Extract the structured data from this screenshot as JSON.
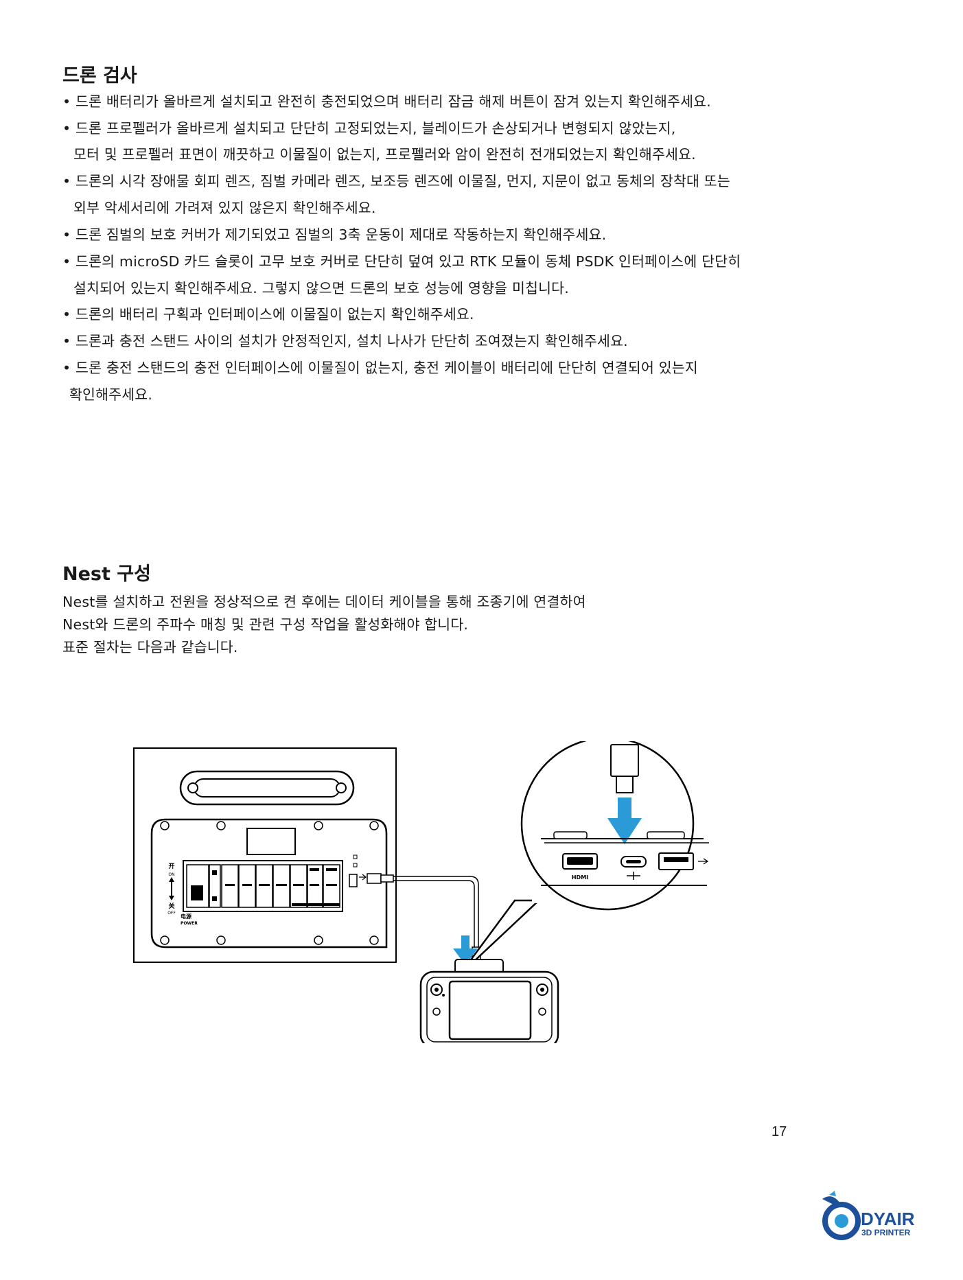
{
  "section1": {
    "title": "드론 검사",
    "lines": [
      "• 드론 배터리가 올바르게 설치되고 완전히 충전되었으며 배터리 잠금 해제 버튼이 잠겨 있는지 확인해주세요.",
      "• 드론 프로펠러가 올바르게 설치되고 단단히 고정되었는지, 블레이드가 손상되거나 변형되지 않았는지,",
      "모터 및 프로펠러 표면이 깨끗하고 이물질이 없는지, 프로펠러와 암이 완전히 전개되었는지 확인해주세요.",
      "• 드론의 시각 장애물 회피 렌즈, 짐벌 카메라 렌즈, 보조등 렌즈에 이물질, 먼지, 지문이 없고 동체의 장착대 또는",
      "외부 악세서리에 가려져 있지 않은지 확인해주세요.",
      "• 드론 짐벌의 보호 커버가 제기되었고 짐벌의 3축 운동이 제대로 작동하는지 확인해주세요.",
      "• 드론의 microSD 카드 슬롯이 고무 보호 커버로 단단히 덮여 있고 RTK 모듈이 동체 PSDK 인터페이스에 단단히",
      "설치되어 있는지 확인해주세요. 그렇지 않으면 드론의 보호 성능에 영향을 미칩니다.",
      "• 드론의 배터리 구획과 인터페이스에 이물질이 없는지 확인해주세요.",
      "• 드론과 충전 스탠드 사이의 설치가 안정적인지, 설치 나사가 단단히 조여졌는지 확인해주세요.",
      "• 드론 충전 스탠드의 충전 인터페이스에 이물질이 없는지, 충전 케이블이 배터리에 단단히 연결되어 있는지",
      "확인해주세요."
    ]
  },
  "section2": {
    "title": "Nest 구성",
    "lines": [
      "Nest를 설치하고 전원을 정상적으로 켠 후에는 데이터 케이블을 통해 조종기에 연결하여",
      "Nest와 드론의 주파수 매칭 및 관련 구성 작업을 활성화해야 합니다.",
      "표준 절차는 다음과 같습니다."
    ]
  },
  "figure": {
    "panel_labels": {
      "on_cn": "开",
      "on_en": "ON",
      "off_cn": "关",
      "off_en": "OFF",
      "power_cn": "电源",
      "power_en": "POWER",
      "hdmi": "HDMI"
    },
    "arrow_color": "#2b9bd8"
  },
  "page_number": "17",
  "logo": {
    "name": "DYAIR",
    "sub": "3D PRINTER",
    "color": "#1d4f9a"
  }
}
